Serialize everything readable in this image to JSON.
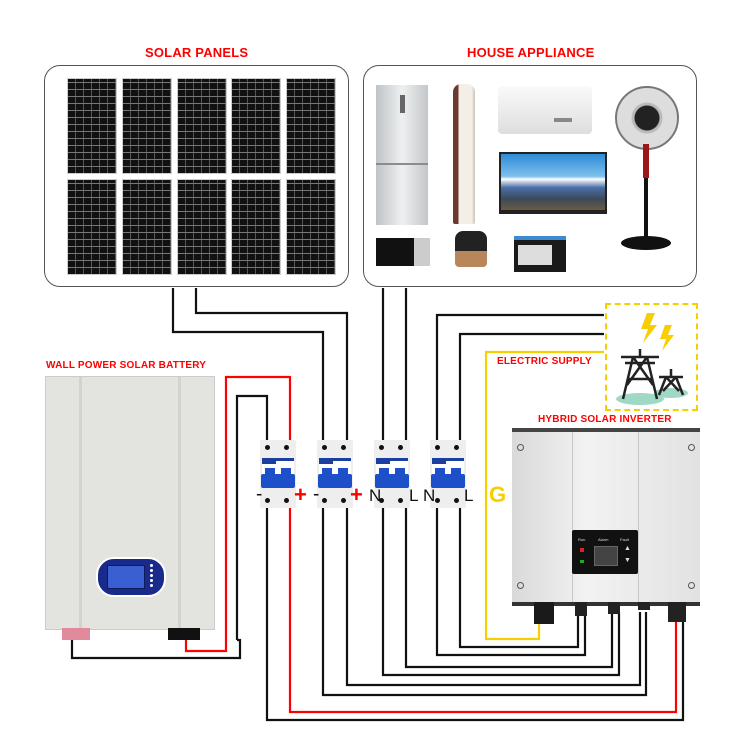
{
  "labels": {
    "solar_panels": "SOLAR PANELS",
    "house_appliance": "HOUSE APPLIANCE",
    "battery": "WALL POWER SOLAR BATTERY",
    "electric_supply": "ELECTRIC SUPPLY",
    "inverter": "HYBRID SOLAR INVERTER"
  },
  "solar_panels": {
    "rows": 2,
    "columns": 5
  },
  "appliances": [
    {
      "name": "Refrigerator"
    },
    {
      "name": "Tower air conditioner"
    },
    {
      "name": "Split air conditioner"
    },
    {
      "name": "Television"
    },
    {
      "name": "Standing fan"
    },
    {
      "name": "Microwave"
    },
    {
      "name": "Rice cooker"
    },
    {
      "name": "Toaster oven"
    }
  ],
  "breaker_terminals": [
    {
      "left": "-",
      "right": "+"
    },
    {
      "left": "-",
      "right": "+"
    },
    {
      "left": "N",
      "right": "L"
    },
    {
      "left": "N",
      "right": "L"
    }
  ],
  "ground_label": "G",
  "inverter_panel": {
    "indicators": [
      "Run",
      "Alarm",
      "Fault"
    ]
  },
  "colors": {
    "label_red": "#ff0000",
    "wire_black": "#111111",
    "wire_red": "#ff0000",
    "wire_yellow": "#f5cf00",
    "breaker_blue": "#1c4fc8",
    "battery_panel_blue": "#1a2a8a"
  }
}
